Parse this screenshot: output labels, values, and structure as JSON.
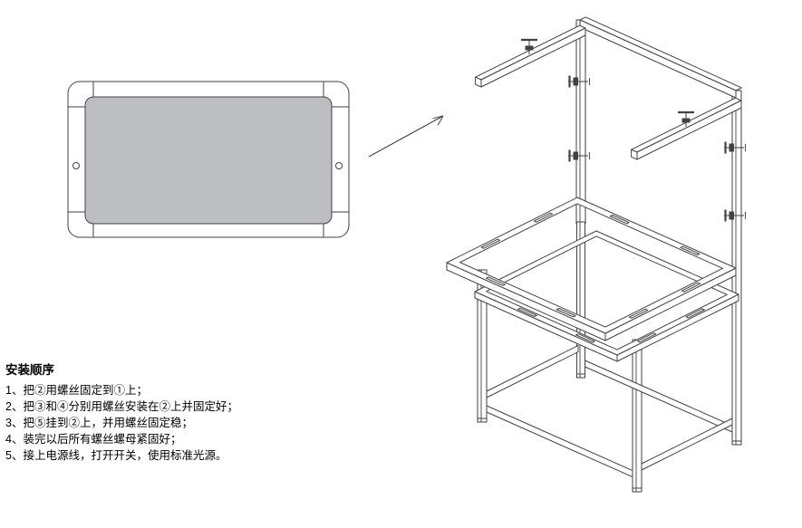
{
  "theme": {
    "background_color": "#ffffff",
    "line_color": "#424242",
    "panel_fill_color": "#bcbec1",
    "text_color": "#000000"
  },
  "instructions": {
    "title": "安装顺序",
    "steps": [
      "1、把②用螺丝固定到①上；",
      "2、把③和④分别用螺丝安装在②上并固定好；",
      "3、把⑤挂到②上，并用螺丝固定稳；",
      "4、装完以后所有螺丝螺母紧固好；",
      "5、接上电源线，打开开关，使用标准光源。"
    ]
  },
  "figures": {
    "panel_front_view": "标准光源灯箱面板（正视图）",
    "assembly_arrow": "安装方向箭头",
    "stand_isometric_view": "台架（轴测图）"
  }
}
